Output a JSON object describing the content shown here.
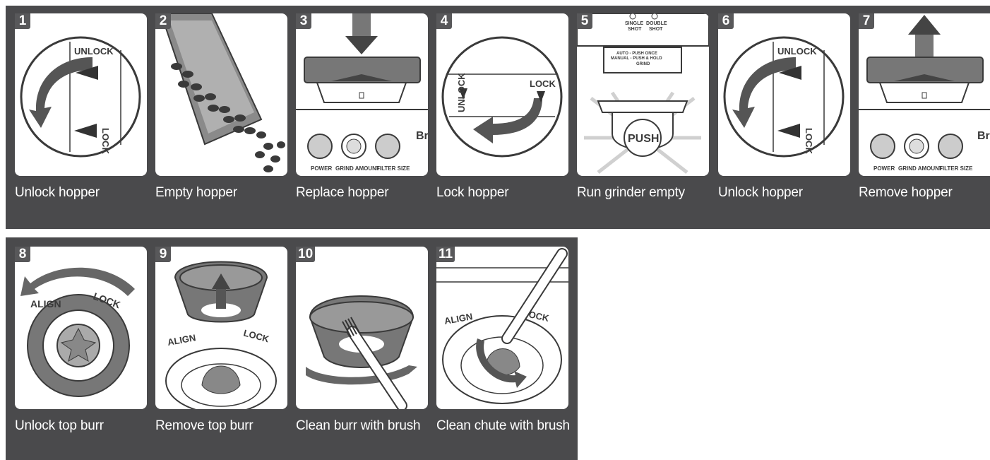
{
  "steps_row1": [
    {
      "number": "1",
      "caption": "Unlock hopper",
      "labels": {
        "unlock": "UNLOCK",
        "lock": "LOCK"
      }
    },
    {
      "number": "2",
      "caption": "Empty hopper"
    },
    {
      "number": "3",
      "caption": "Replace hopper",
      "labels": {
        "power": "POWER",
        "grind": "GRIND AMOUNT",
        "filter": "FILTER SIZE",
        "brand": "Br"
      }
    },
    {
      "number": "4",
      "caption": "Lock hopper",
      "labels": {
        "unlock": "UNLOCK",
        "lock": "LOCK"
      }
    },
    {
      "number": "5",
      "caption": "Run grinder empty",
      "labels": {
        "single": "SINGLE",
        "single2": "SHOT",
        "double": "DOUBLE",
        "double2": "SHOT",
        "auto": "AUTO - PUSH ONCE",
        "manual": "MANUAL - PUSH & HOLD",
        "grind": "GRIND",
        "push": "PUSH"
      }
    },
    {
      "number": "6",
      "caption": "Unlock hopper",
      "labels": {
        "unlock": "UNLOCK",
        "lock": "LOCK"
      }
    },
    {
      "number": "7",
      "caption": "Remove hopper",
      "labels": {
        "power": "POWER",
        "grind": "GRIND AMOUNT",
        "filter": "FILTER SIZE",
        "brand": "Br"
      }
    }
  ],
  "steps_row2": [
    {
      "number": "8",
      "caption": "Unlock top burr",
      "labels": {
        "align": "ALIGN",
        "lock": "LOCK"
      }
    },
    {
      "number": "9",
      "caption": "Remove top burr",
      "labels": {
        "align": "ALIGN",
        "lock": "LOCK"
      }
    },
    {
      "number": "10",
      "caption": "Clean burr with brush"
    },
    {
      "number": "11",
      "caption": "Clean chute with brush",
      "labels": {
        "align": "ALIGN",
        "lock": "OCK"
      }
    }
  ],
  "colors": {
    "band": "#4a4a4c",
    "panel": "#ffffff",
    "ink": "#3a3a3a",
    "grey": "#7a7a7a"
  }
}
